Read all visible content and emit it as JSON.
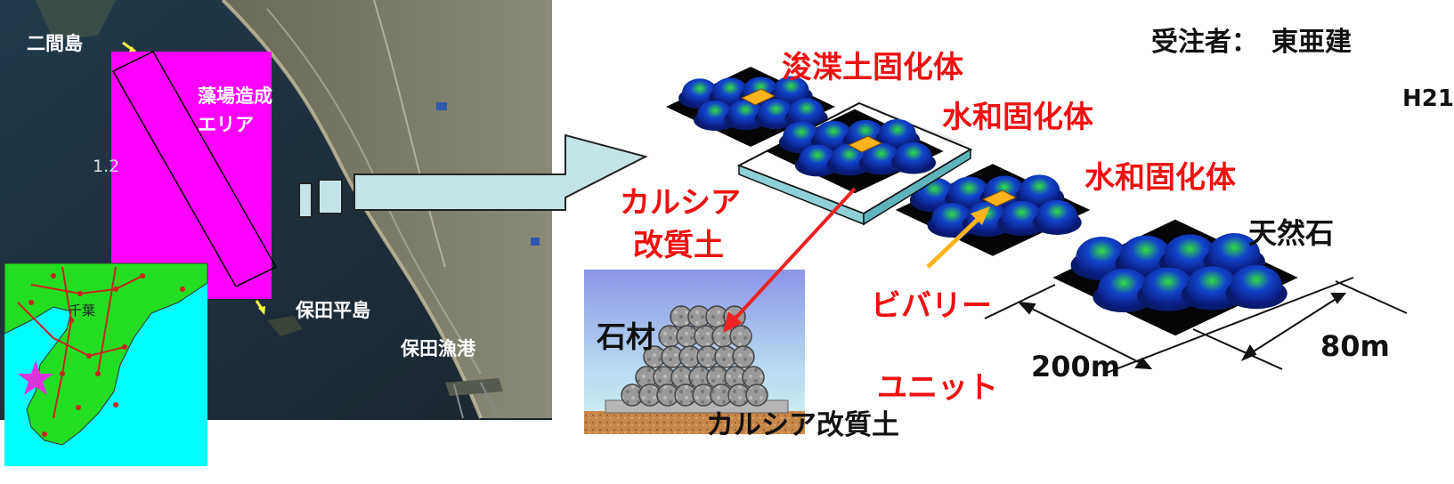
{
  "aerial": {
    "place_nimajima": "二間島",
    "seaweed_area": [
      "藻場造成",
      "エリア"
    ],
    "partial_number": "1.2",
    "place_hotahirajima": "保田平島",
    "place_hota_port": "保田漁港"
  },
  "inset_map": {
    "city_chiba": "千葉"
  },
  "header": {
    "contractor_label": "受注者：",
    "contractor_name": "東亜建",
    "fiscal_year_partial": "H21"
  },
  "diagram": {
    "dredged_soil_block": "浚渫土固化体",
    "hydrated_block_1": "水和固化体",
    "hydrated_block_2": "水和固化体",
    "calcia_modified_soil": [
      "カルシア",
      "改質土"
    ],
    "natural_stone": "天然石",
    "beverly": "ビバリー",
    "unit": "ユニット",
    "length_label": "200m",
    "width_label": "80m",
    "stone_material": "石材",
    "calcia_soil_base": "カルシア改質土"
  },
  "colors": {
    "area_magenta": "#ff00ff",
    "arrow_fill": "#c5e4e7",
    "red_text": "#ee1111",
    "map_land": "#22dd22",
    "map_sea": "#00ffff",
    "orange_arrow": "#ffb41e",
    "red_arrow": "#ee2222"
  }
}
